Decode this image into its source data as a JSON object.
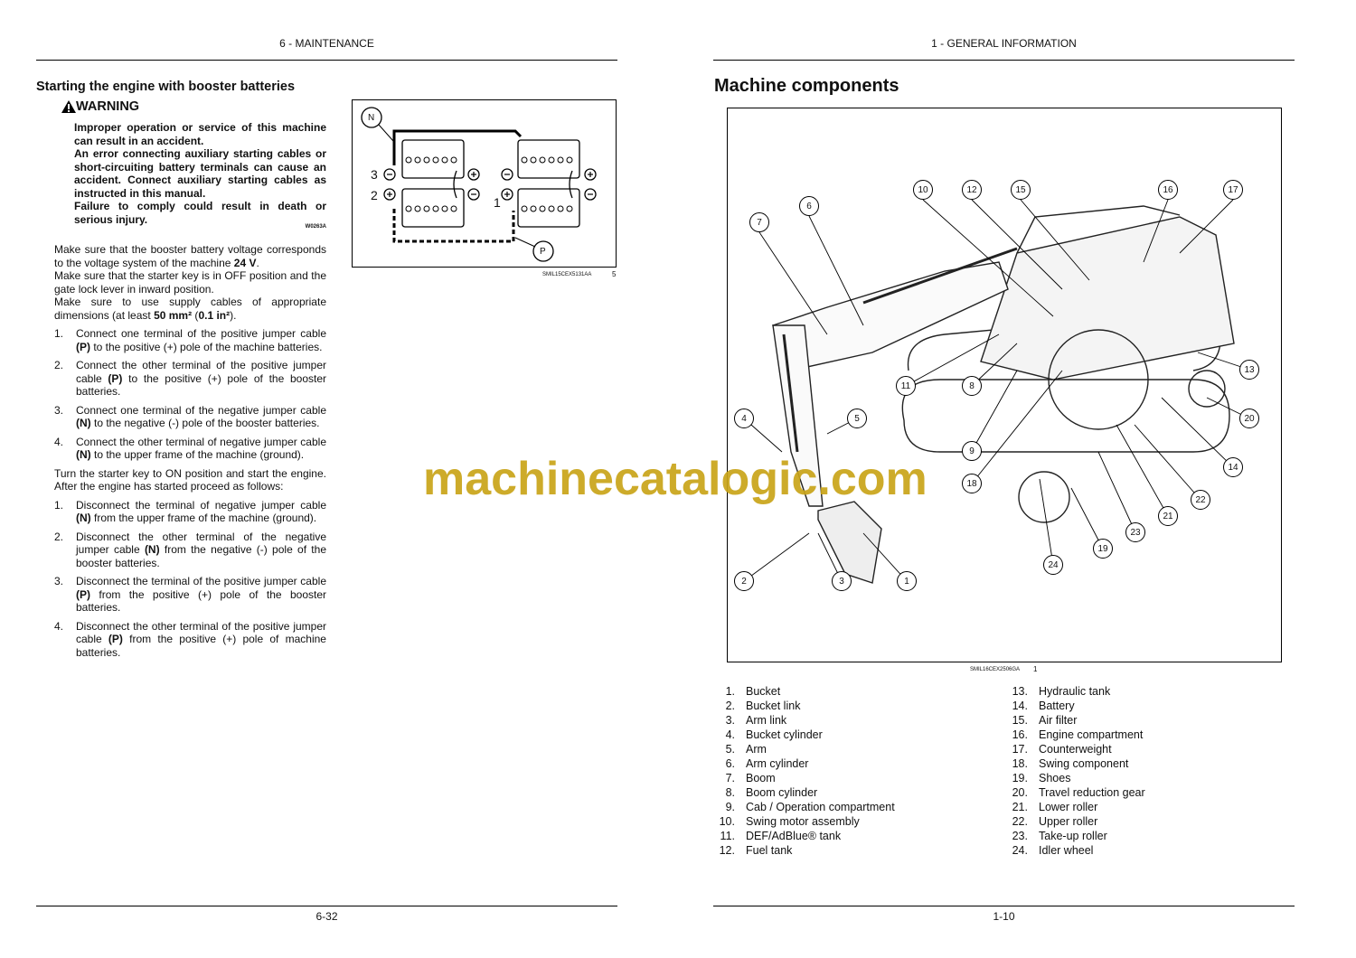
{
  "left": {
    "header": "6 - MAINTENANCE",
    "title": "Starting the engine with booster batteries",
    "warning_label": "WARNING",
    "warning_lines": [
      "Improper operation or service of this machine can result in an accident.",
      "An error connecting auxiliary starting cables or short-circuiting battery terminals can cause an accident.  Connect auxiliary starting cables as instructed in this manual.",
      "Failure to comply could result in death or serious injury."
    ],
    "warning_code": "W0263A",
    "intro": {
      "p1a": "Make sure that the booster battery voltage corresponds to the voltage system of the machine ",
      "p1b": "24 V",
      "p1c": ".",
      "p2": "Make sure that the starter key is in OFF position and the gate lock lever in inward position.",
      "p3a": "Make sure to use supply cables of appropriate dimensions (at least ",
      "p3b": "50 mm²",
      "p3c": " (",
      "p3d": "0.1 in²",
      "p3e": ")."
    },
    "steps1": [
      {
        "n": "1.",
        "a": "Connect one terminal of the positive jumper cable ",
        "b": "(P)",
        "c": " to the positive (+) pole of the machine batteries."
      },
      {
        "n": "2.",
        "a": "Connect the other terminal of the positive jumper cable ",
        "b": "(P)",
        "c": " to the positive (+) pole of the booster batteries."
      },
      {
        "n": "3.",
        "a": "Connect one terminal of the negative jumper cable ",
        "b": "(N)",
        "c": " to the negative (-) pole of the booster batteries."
      },
      {
        "n": "4.",
        "a": "Connect the other terminal of negative jumper cable ",
        "b": "(N)",
        "c": " to the upper frame of the machine (ground)."
      }
    ],
    "mid": "Turn the starter key to ON position and start the engine. After the engine has started proceed as follows:",
    "steps2": [
      {
        "n": "1.",
        "a": "Disconnect the terminal of negative jumper cable ",
        "b": "(N)",
        "c": " from the upper frame of the machine (ground)."
      },
      {
        "n": "2.",
        "a": "Disconnect the other terminal of the negative jumper cable ",
        "b": "(N)",
        "c": " from the negative (-) pole of the booster batteries."
      },
      {
        "n": "3.",
        "a": "Disconnect the terminal of the positive jumper cable ",
        "b": "(P)",
        "c": " from the positive (+) pole of the booster batteries."
      },
      {
        "n": "4.",
        "a": "Disconnect the other terminal of the positive jumper cable ",
        "b": "(P)",
        "c": " from the positive (+) pole of machine batteries."
      }
    ],
    "figure": {
      "code": "SMIL15CEX5131AA",
      "num": "5",
      "labels": {
        "n": "N",
        "p": "P",
        "t1": "1",
        "t2": "2",
        "t3": "3"
      }
    },
    "footer": "6-32"
  },
  "right": {
    "header": "1 - GENERAL INFORMATION",
    "title": "Machine components",
    "figure": {
      "code": "SMIL16CEX2506GA",
      "num": "1"
    },
    "components": [
      {
        "n": "1.",
        "t": "Bucket"
      },
      {
        "n": "2.",
        "t": "Bucket link"
      },
      {
        "n": "3.",
        "t": "Arm link"
      },
      {
        "n": "4.",
        "t": "Bucket cylinder"
      },
      {
        "n": "5.",
        "t": "Arm"
      },
      {
        "n": "6.",
        "t": "Arm cylinder"
      },
      {
        "n": "7.",
        "t": "Boom"
      },
      {
        "n": "8.",
        "t": "Boom cylinder"
      },
      {
        "n": "9.",
        "t": "Cab / Operation compartment"
      },
      {
        "n": "10.",
        "t": "Swing motor assembly"
      },
      {
        "n": "11.",
        "t": "DEF/AdBlue® tank"
      },
      {
        "n": "12.",
        "t": "Fuel tank"
      },
      {
        "n": "13.",
        "t": "Hydraulic tank"
      },
      {
        "n": "14.",
        "t": "Battery"
      },
      {
        "n": "15.",
        "t": "Air filter"
      },
      {
        "n": "16.",
        "t": "Engine compartment"
      },
      {
        "n": "17.",
        "t": "Counterweight"
      },
      {
        "n": "18.",
        "t": "Swing component"
      },
      {
        "n": "19.",
        "t": "Shoes"
      },
      {
        "n": "20.",
        "t": "Travel reduction gear"
      },
      {
        "n": "21.",
        "t": "Lower roller"
      },
      {
        "n": "22.",
        "t": "Upper roller"
      },
      {
        "n": "23.",
        "t": "Take-up roller"
      },
      {
        "n": "24.",
        "t": "Idler wheel"
      }
    ],
    "callouts": [
      "10",
      "12",
      "15",
      "16",
      "17",
      "6",
      "7",
      "11",
      "8",
      "13",
      "4",
      "5",
      "20",
      "9",
      "14",
      "18",
      "22",
      "21",
      "23",
      "19",
      "24",
      "2",
      "3",
      "1"
    ],
    "footer": "1-10"
  },
  "watermark": "machinecatalogic.com"
}
